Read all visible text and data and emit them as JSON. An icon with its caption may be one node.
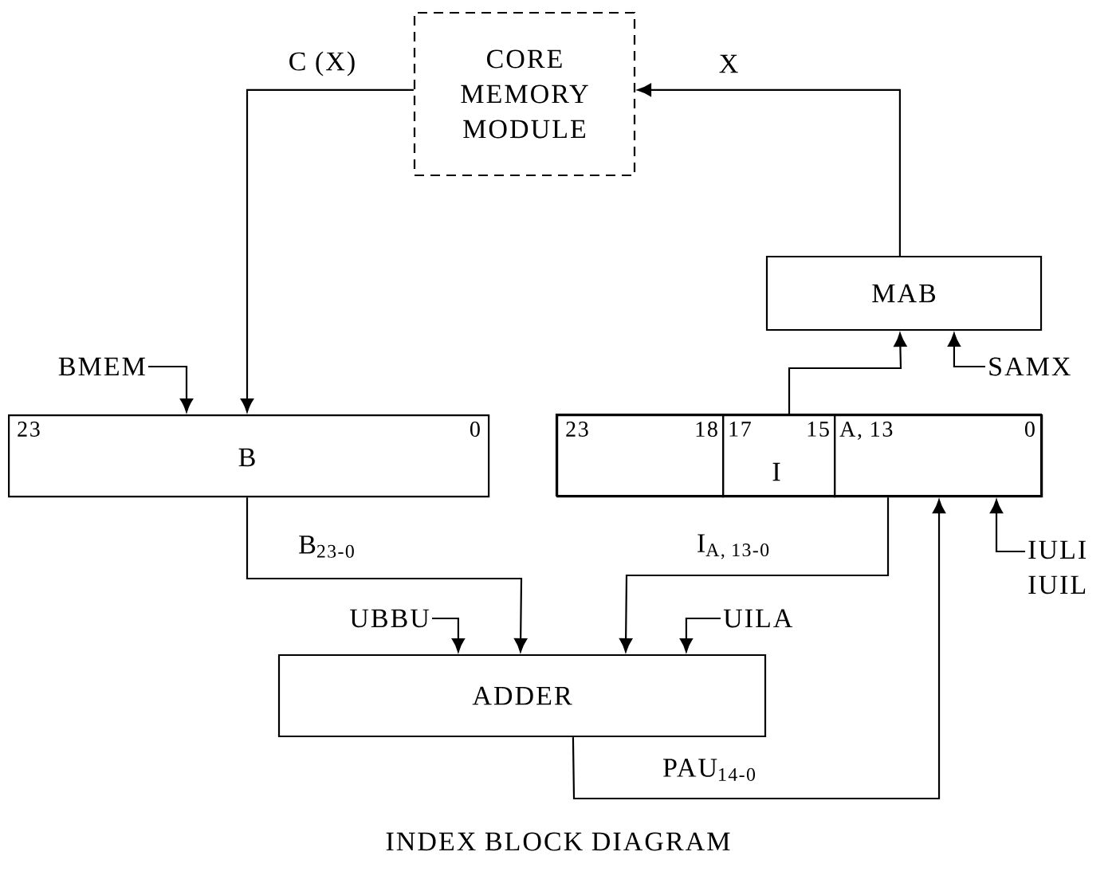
{
  "diagram": {
    "caption": "INDEX BLOCK DIAGRAM",
    "nodes": [
      {
        "text": [
          "CORE MEMORY MODULE"
        ]
      },
      {
        "text": [
          "MAB"
        ]
      },
      {
        "text": [
          "23",
          "B",
          "0"
        ]
      },
      {
        "text": [],
        "shape": "box"
      },
      {
        "text": [
          "23",
          "18"
        ],
        "in": 3
      },
      {
        "text": [
          "17",
          "15",
          "I"
        ],
        "in": 3
      },
      {
        "text": [
          "A, 13",
          "0"
        ],
        "in": 3
      },
      {
        "text": [
          "ADDER"
        ]
      },
      {
        "text": [
          "BMEM"
        ]
      },
      {
        "text": [
          "SAMX"
        ]
      },
      {
        "text": [
          "IULI",
          "IUIL"
        ]
      },
      {
        "text": [
          "UBBU"
        ]
      },
      {
        "text": [
          "UILA"
        ]
      }
    ],
    "edges": [
      {
        "from": 0,
        "to": 2,
        "arrow": "to",
        "label": "C (X)"
      },
      {
        "from": 1,
        "to": 0,
        "arrow": "to",
        "label": "X"
      },
      {
        "from": 8,
        "to": 2,
        "arrow": "to"
      },
      {
        "from": 5,
        "to": 1,
        "arrow": "to"
      },
      {
        "from": 9,
        "to": 1,
        "arrow": "to"
      },
      {
        "from": 2,
        "to": 7,
        "arrow": "to",
        "label": "B$_{23-0}$"
      },
      {
        "from": 6,
        "to": 7,
        "arrow": "to",
        "label": "I$_{A, 13-0}$"
      },
      {
        "from": 11,
        "to": 7,
        "arrow": "to"
      },
      {
        "from": 12,
        "to": 7,
        "arrow": "to"
      },
      {
        "from": 7,
        "to": 6,
        "arrow": "to",
        "label": "PAU$_{14-0}$"
      },
      {
        "from": 10,
        "to": 6,
        "arrow": "to"
      }
    ]
  }
}
